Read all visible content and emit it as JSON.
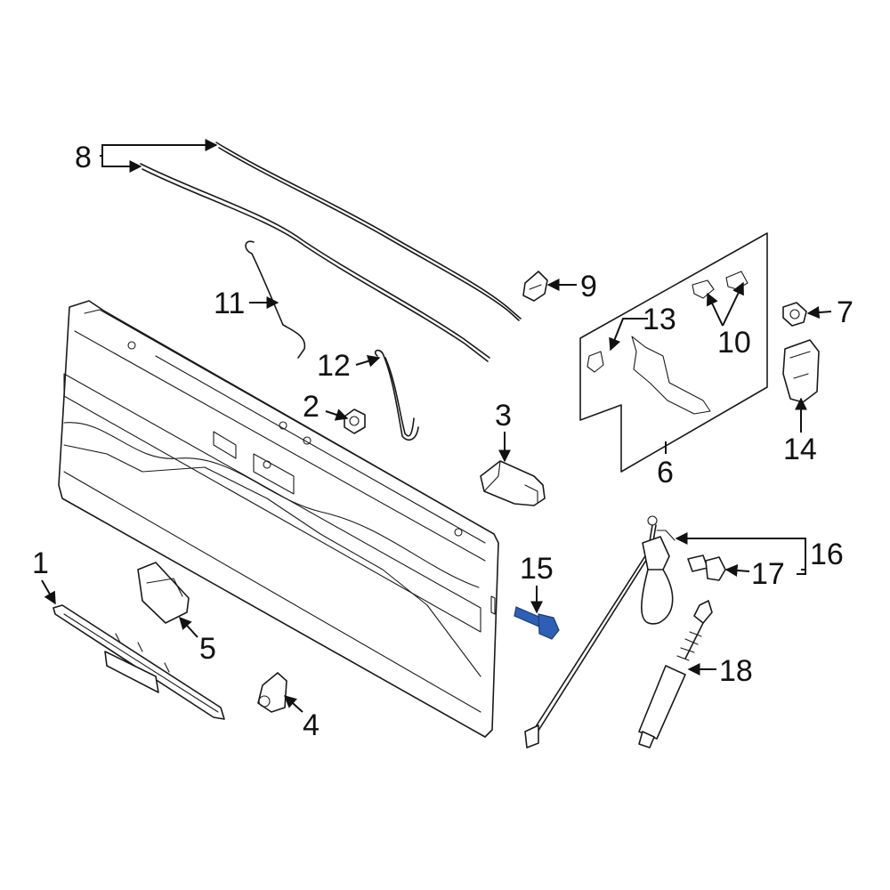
{
  "diagram": {
    "highlight_color": "#2e5fb7",
    "callouts": {
      "c1": "1",
      "c2": "2",
      "c3": "3",
      "c4": "4",
      "c5": "5",
      "c6": "6",
      "c7": "7",
      "c8": "8",
      "c9": "9",
      "c10": "10",
      "c11": "11",
      "c12": "12",
      "c13": "13",
      "c14": "14",
      "c15": "15",
      "c16": "16",
      "c17": "17",
      "c18": "18"
    }
  }
}
